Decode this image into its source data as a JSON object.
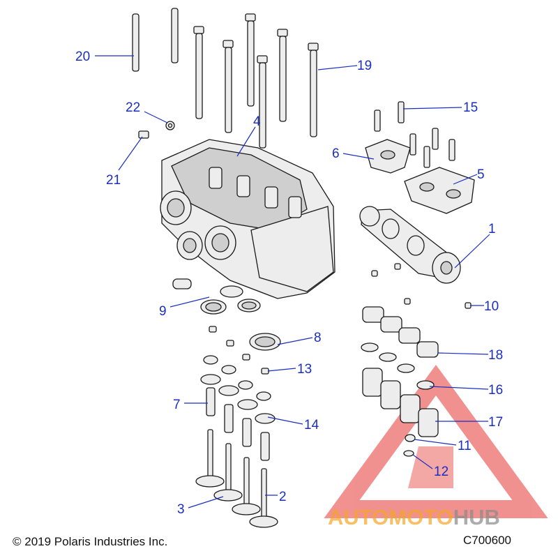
{
  "callouts": [
    {
      "label": "20"
    },
    {
      "label": "19"
    },
    {
      "label": "22"
    },
    {
      "label": "21"
    },
    {
      "label": "4"
    },
    {
      "label": "15"
    },
    {
      "label": "6"
    },
    {
      "label": "5"
    },
    {
      "label": "1"
    },
    {
      "label": "10"
    },
    {
      "label": "9"
    },
    {
      "label": "8"
    },
    {
      "label": "18"
    },
    {
      "label": "13"
    },
    {
      "label": "16"
    },
    {
      "label": "7"
    },
    {
      "label": "14"
    },
    {
      "label": "17"
    },
    {
      "label": "11"
    },
    {
      "label": "12"
    },
    {
      "label": "3"
    },
    {
      "label": "2"
    }
  ],
  "footer": {
    "copyright": "© 2019 Polaris Industries Inc.",
    "diagram_code": "C700600"
  },
  "watermark": {
    "part1": "AUTOMOTO",
    "part2": "HUB",
    "color1": "#f5a623",
    "color2": "#8a8a8a",
    "triangle_color": "#e53935"
  },
  "colors": {
    "callout": "#1a2fbf"
  }
}
